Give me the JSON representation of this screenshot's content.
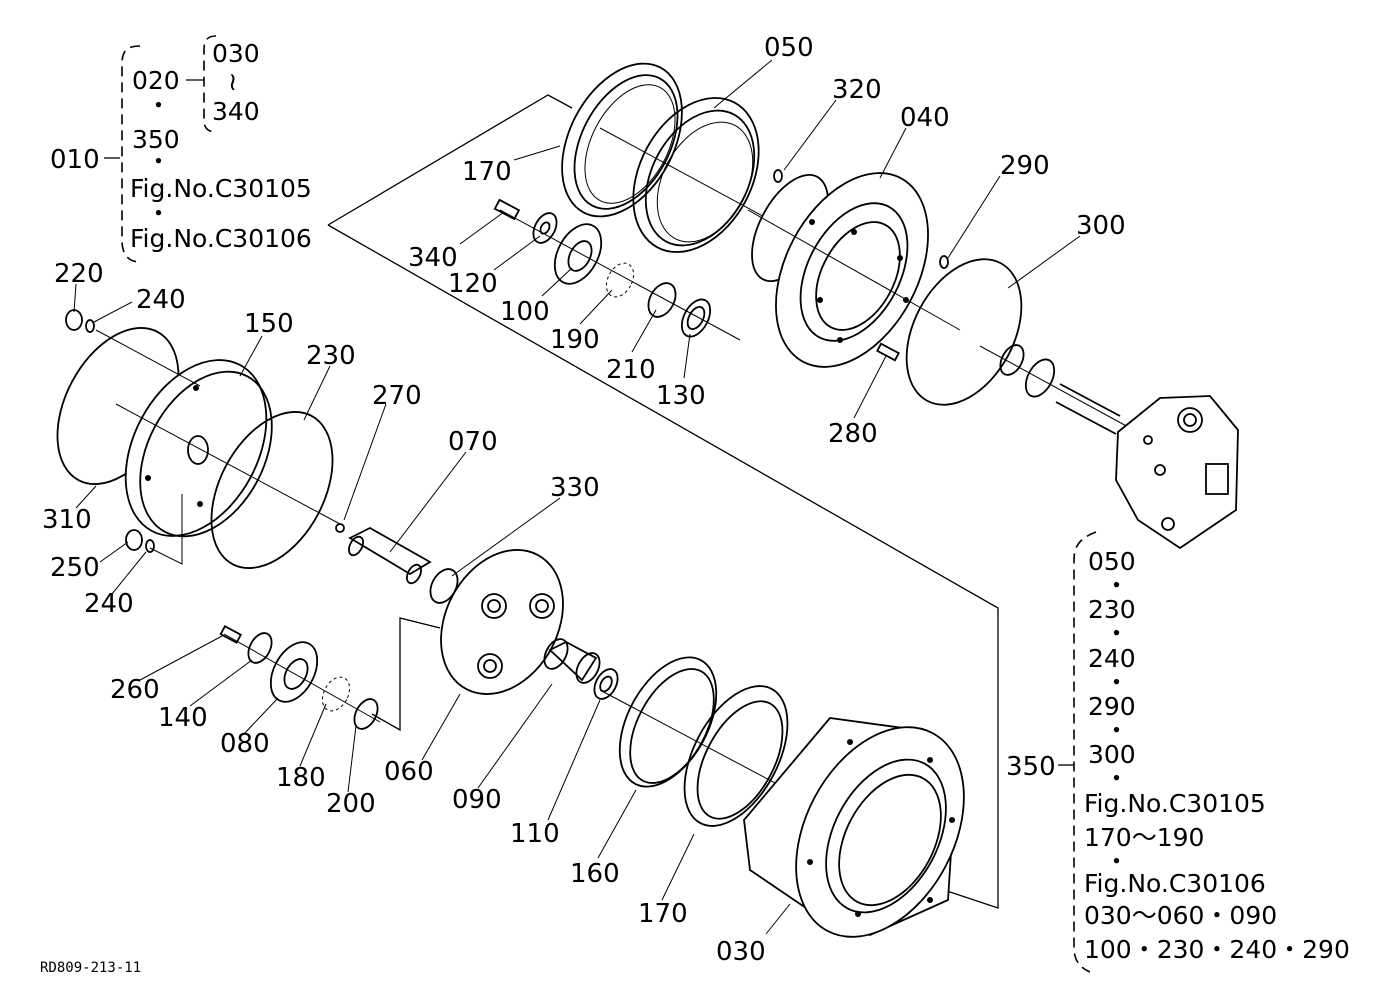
{
  "figure_ref": "RD809-213-11",
  "parts": {
    "p010": "010",
    "p020": "020",
    "p030_top": "030",
    "p340_top": "340",
    "p350_top": "350",
    "fig1_top": "Fig.No.C30105",
    "fig2_top": "Fig.No.C30106",
    "p050": "050",
    "p320": "320",
    "p040": "040",
    "p290": "290",
    "p300": "300",
    "p170_top": "170",
    "p340": "340",
    "p120": "120",
    "p100": "100",
    "p190": "190",
    "p210": "210",
    "p130": "130",
    "p280": "280",
    "p220": "220",
    "p240_a": "240",
    "p150": "150",
    "p230": "230",
    "p270": "270",
    "p070": "070",
    "p330": "330",
    "p310": "310",
    "p250": "250",
    "p240_b": "240",
    "p260": "260",
    "p140": "140",
    "p080": "080",
    "p180": "180",
    "p200": "200",
    "p060": "060",
    "p090": "090",
    "p110": "110",
    "p160": "160",
    "p170_bot": "170",
    "p030": "030",
    "p350": "350"
  },
  "kit_350": {
    "items": [
      "050",
      "230",
      "240",
      "290",
      "300",
      "Fig.No.C30105",
      "170～190",
      "Fig.No.C30106",
      "030～060・090",
      "100・230・240・290"
    ]
  },
  "symbols": {
    "tilde": "≀",
    "dot": "・"
  }
}
